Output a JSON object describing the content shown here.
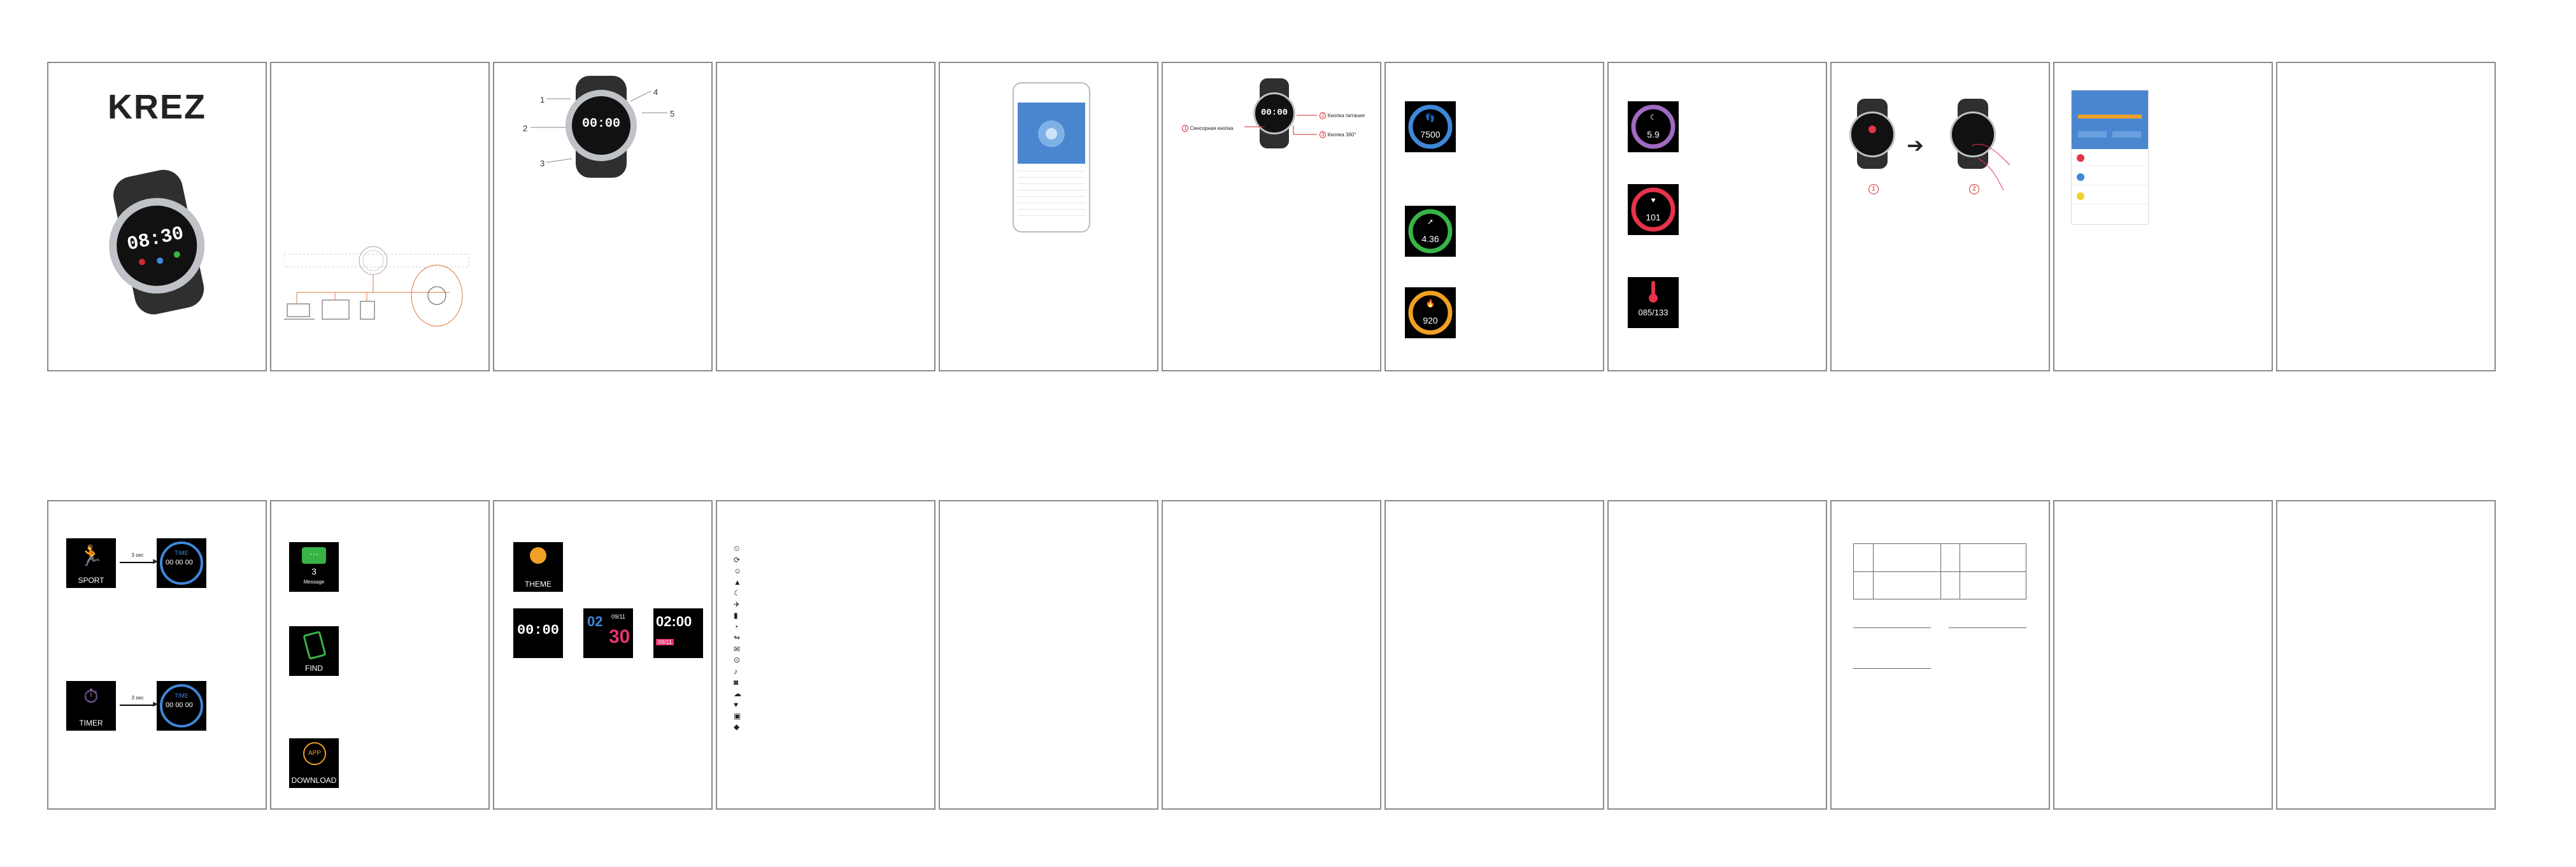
{
  "brand": {
    "logo": "KREZ"
  },
  "cover_watch": {
    "time": "08:30"
  },
  "diagram_watch": {
    "time": "00:00",
    "callouts": [
      "1",
      "2",
      "3",
      "4",
      "5"
    ]
  },
  "button_diagram": {
    "time": "00:00",
    "labels": [
      {
        "num": "1",
        "text": "Сенсорная кнопка"
      },
      {
        "num": "2",
        "text": "Кнопка питания"
      },
      {
        "num": "3",
        "text": "Кнопка 360°"
      }
    ]
  },
  "rings": {
    "steps": {
      "value": "7500",
      "color": "#3f87d9"
    },
    "distance": {
      "value": "4.36",
      "color": "#38b447"
    },
    "calories": {
      "value": "920",
      "color": "#f0a024"
    },
    "sleep": {
      "value": "5.9",
      "color": "#a06ac2"
    },
    "heart": {
      "value": "101",
      "color": "#e6334a"
    },
    "bp": {
      "value": "085",
      "value2": "133"
    }
  },
  "sequence": {
    "steps": [
      "1",
      "2"
    ]
  },
  "sport": {
    "label": "SPORT",
    "arrow_text": "3 sec",
    "ring_title": "TIME",
    "digits": [
      "00",
      "00",
      "00"
    ]
  },
  "timer": {
    "label": "TIMER",
    "arrow_text": "3 sec",
    "ring_title": "TIME",
    "digits": [
      "00",
      "00",
      "00"
    ]
  },
  "message": {
    "count": "3",
    "label": "Message"
  },
  "find": {
    "label": "FIND"
  },
  "download": {
    "icon_text": "APP",
    "label": "DOWNLOAD"
  },
  "theme": {
    "label": "THEME",
    "faces": [
      {
        "time": "00:00"
      },
      {
        "top": "02",
        "date": "09/11",
        "big": "30"
      },
      {
        "top": "02:00",
        "date": "09/11"
      }
    ]
  },
  "colors": {
    "accent_blue": "#3f87d9",
    "panel_border": "#8a8a8a",
    "logo_red": "#d4282d"
  }
}
